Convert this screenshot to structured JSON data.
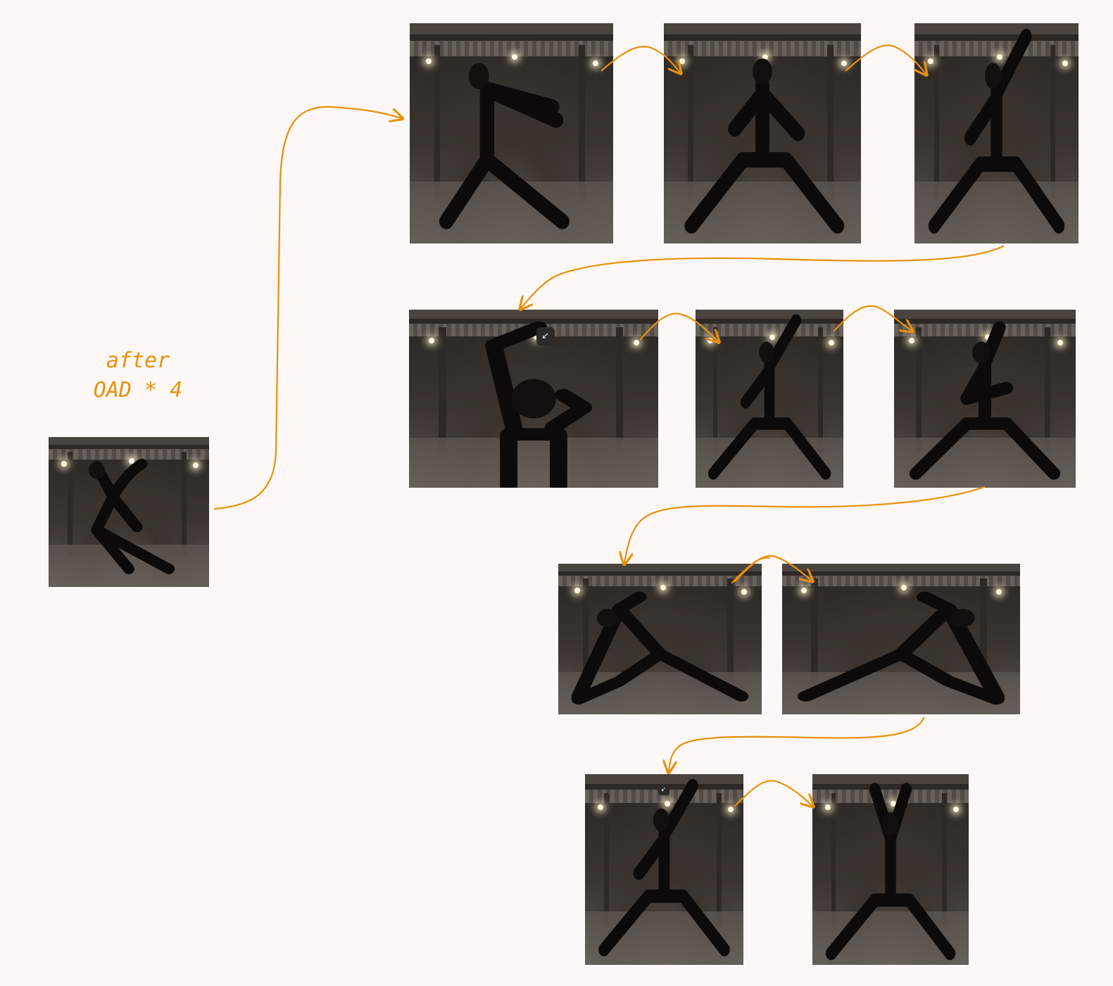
{
  "canvas": {
    "background": "#fdf8f6",
    "accent": "#e8900c"
  },
  "note": {
    "line1": "after",
    "line2": "OAD * 4"
  },
  "frames": [
    {
      "id": "start",
      "pose": "side-lean-arms-up"
    },
    {
      "id": "r1-1",
      "pose": "lunge-arms-forward"
    },
    {
      "id": "r1-2",
      "pose": "wide-stance-arms-crossed"
    },
    {
      "id": "r1-3",
      "pose": "wide-stance-arm-up"
    },
    {
      "id": "r2-1",
      "pose": "close-up-arms-up",
      "badge": "collapse-icon"
    },
    {
      "id": "r2-2",
      "pose": "wide-stance-arm-up"
    },
    {
      "id": "r2-3",
      "pose": "wide-stance-arm-curl"
    },
    {
      "id": "r3-1",
      "pose": "low-bend-left"
    },
    {
      "id": "r3-2",
      "pose": "low-bend-right"
    },
    {
      "id": "r4-1",
      "pose": "wide-stance-arm-up",
      "badge": "collapse-icon"
    },
    {
      "id": "r4-2",
      "pose": "wide-stance-arms-up"
    }
  ],
  "icons": {
    "arrow": "curved-arrow-icon",
    "badge": "collapse-icon"
  }
}
